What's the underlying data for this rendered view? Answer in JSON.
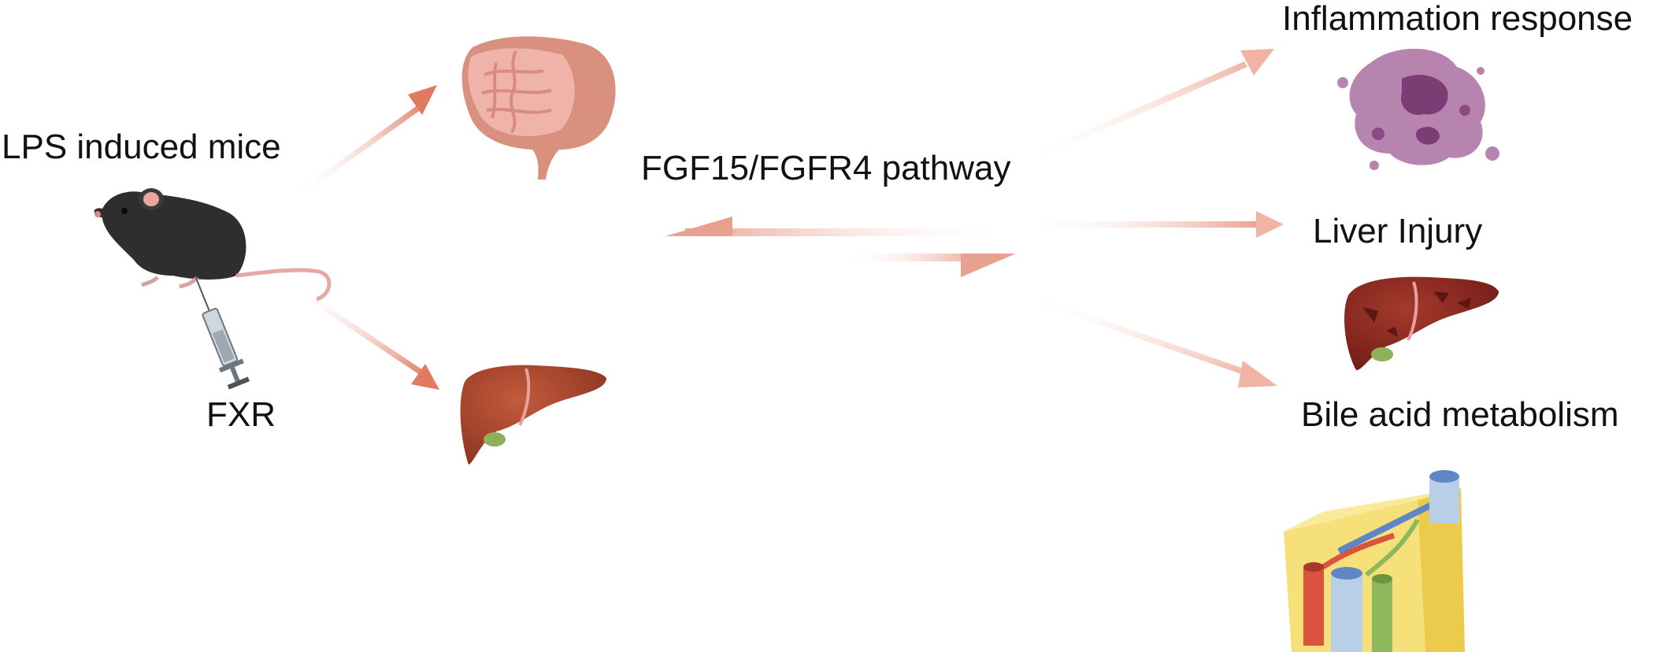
{
  "labels": {
    "lps_mice": "LPS induced mice",
    "fxr": "FXR",
    "pathway": "FGF15/FGFR4 pathway",
    "inflammation": "Inflammation response",
    "liver_injury": "Liver Injury",
    "bile_acid": "Bile acid metabolism"
  },
  "colors": {
    "arrow": "#e8a08f",
    "arrow_strong": "#e07b62",
    "liver": "#a84a32",
    "liver_damaged": "#8a2a22",
    "intestine": "#eba79c",
    "mouse": "#2e2e2e",
    "cell": "#9b5a8e",
    "bile_duct_blue": "#5f86c6",
    "bile_red": "#d9533e",
    "bile_green": "#8fb85c",
    "tissue_yellow": "#f6e07a"
  }
}
